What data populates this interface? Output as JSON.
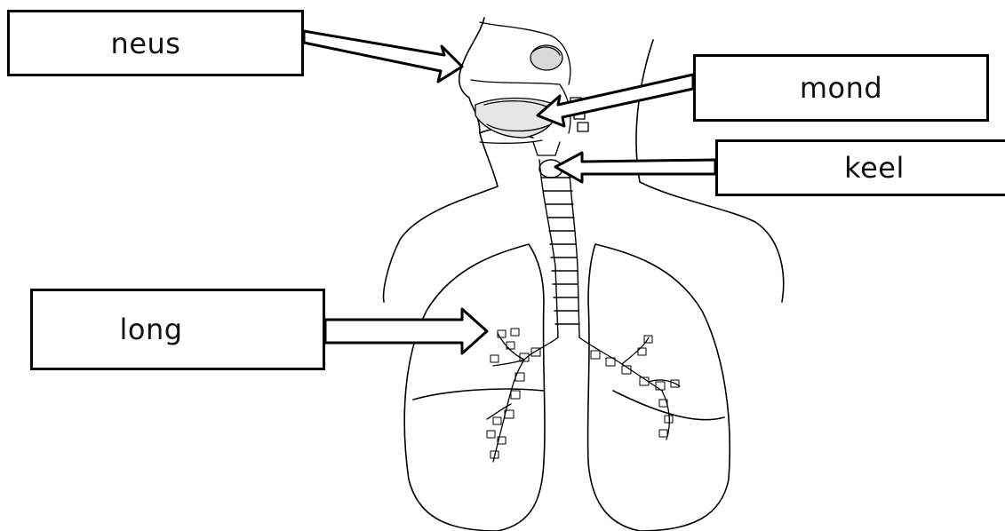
{
  "diagram": {
    "labels": {
      "neus": "neus",
      "mond": "mond",
      "keel": "keel",
      "long": "long"
    },
    "colors": {
      "outline": "#000000",
      "background": "#ffffff",
      "shading": "#d9d9d9"
    }
  }
}
